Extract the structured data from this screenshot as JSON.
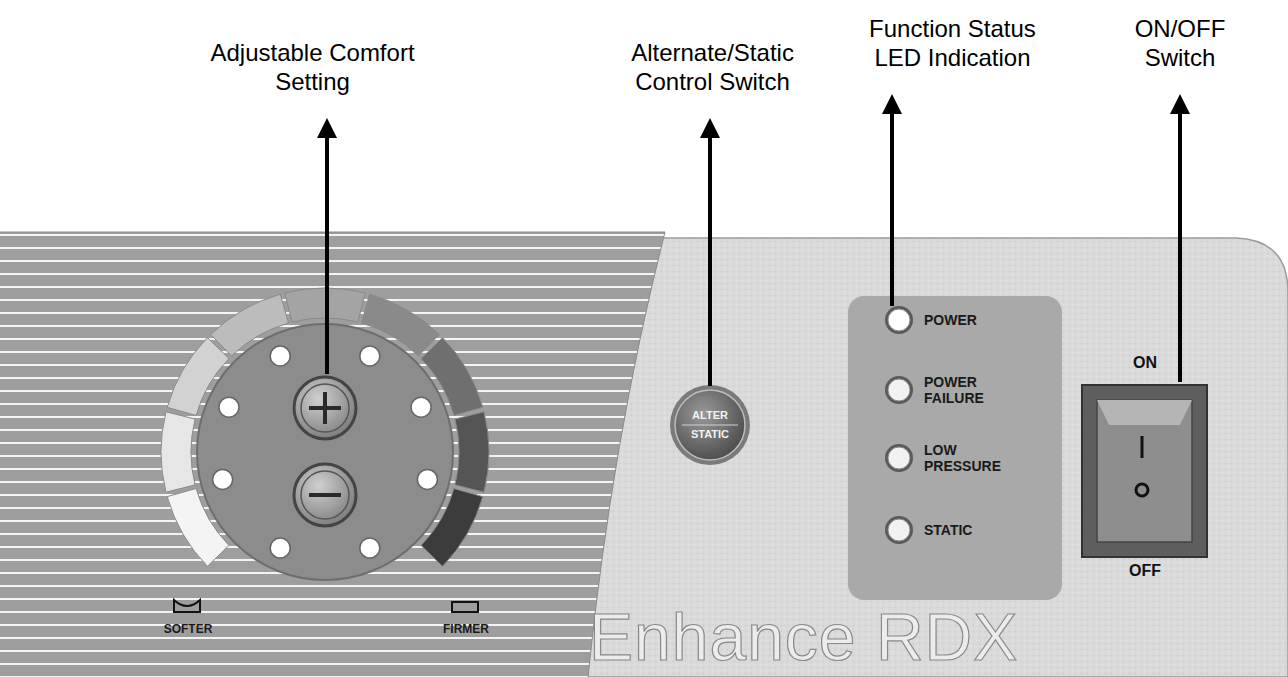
{
  "diagram": {
    "nodes": [
      {
        "text": [
          "ALTER",
          "STATIC"
        ]
      },
      {
        "text": [
          "POWER",
          "POWER FAILURE",
          "LOW PRESSURE",
          "STATIC"
        ]
      }
    ],
    "labels": [
      "Adjustable Comfort Setting",
      "Alternate/Static Control Switch",
      "Function Status LED Indication",
      "ON/OFF Switch",
      "SOFTER",
      "FIRMER",
      "ON",
      "OFF",
      "Enhance RDX"
    ]
  }
}
